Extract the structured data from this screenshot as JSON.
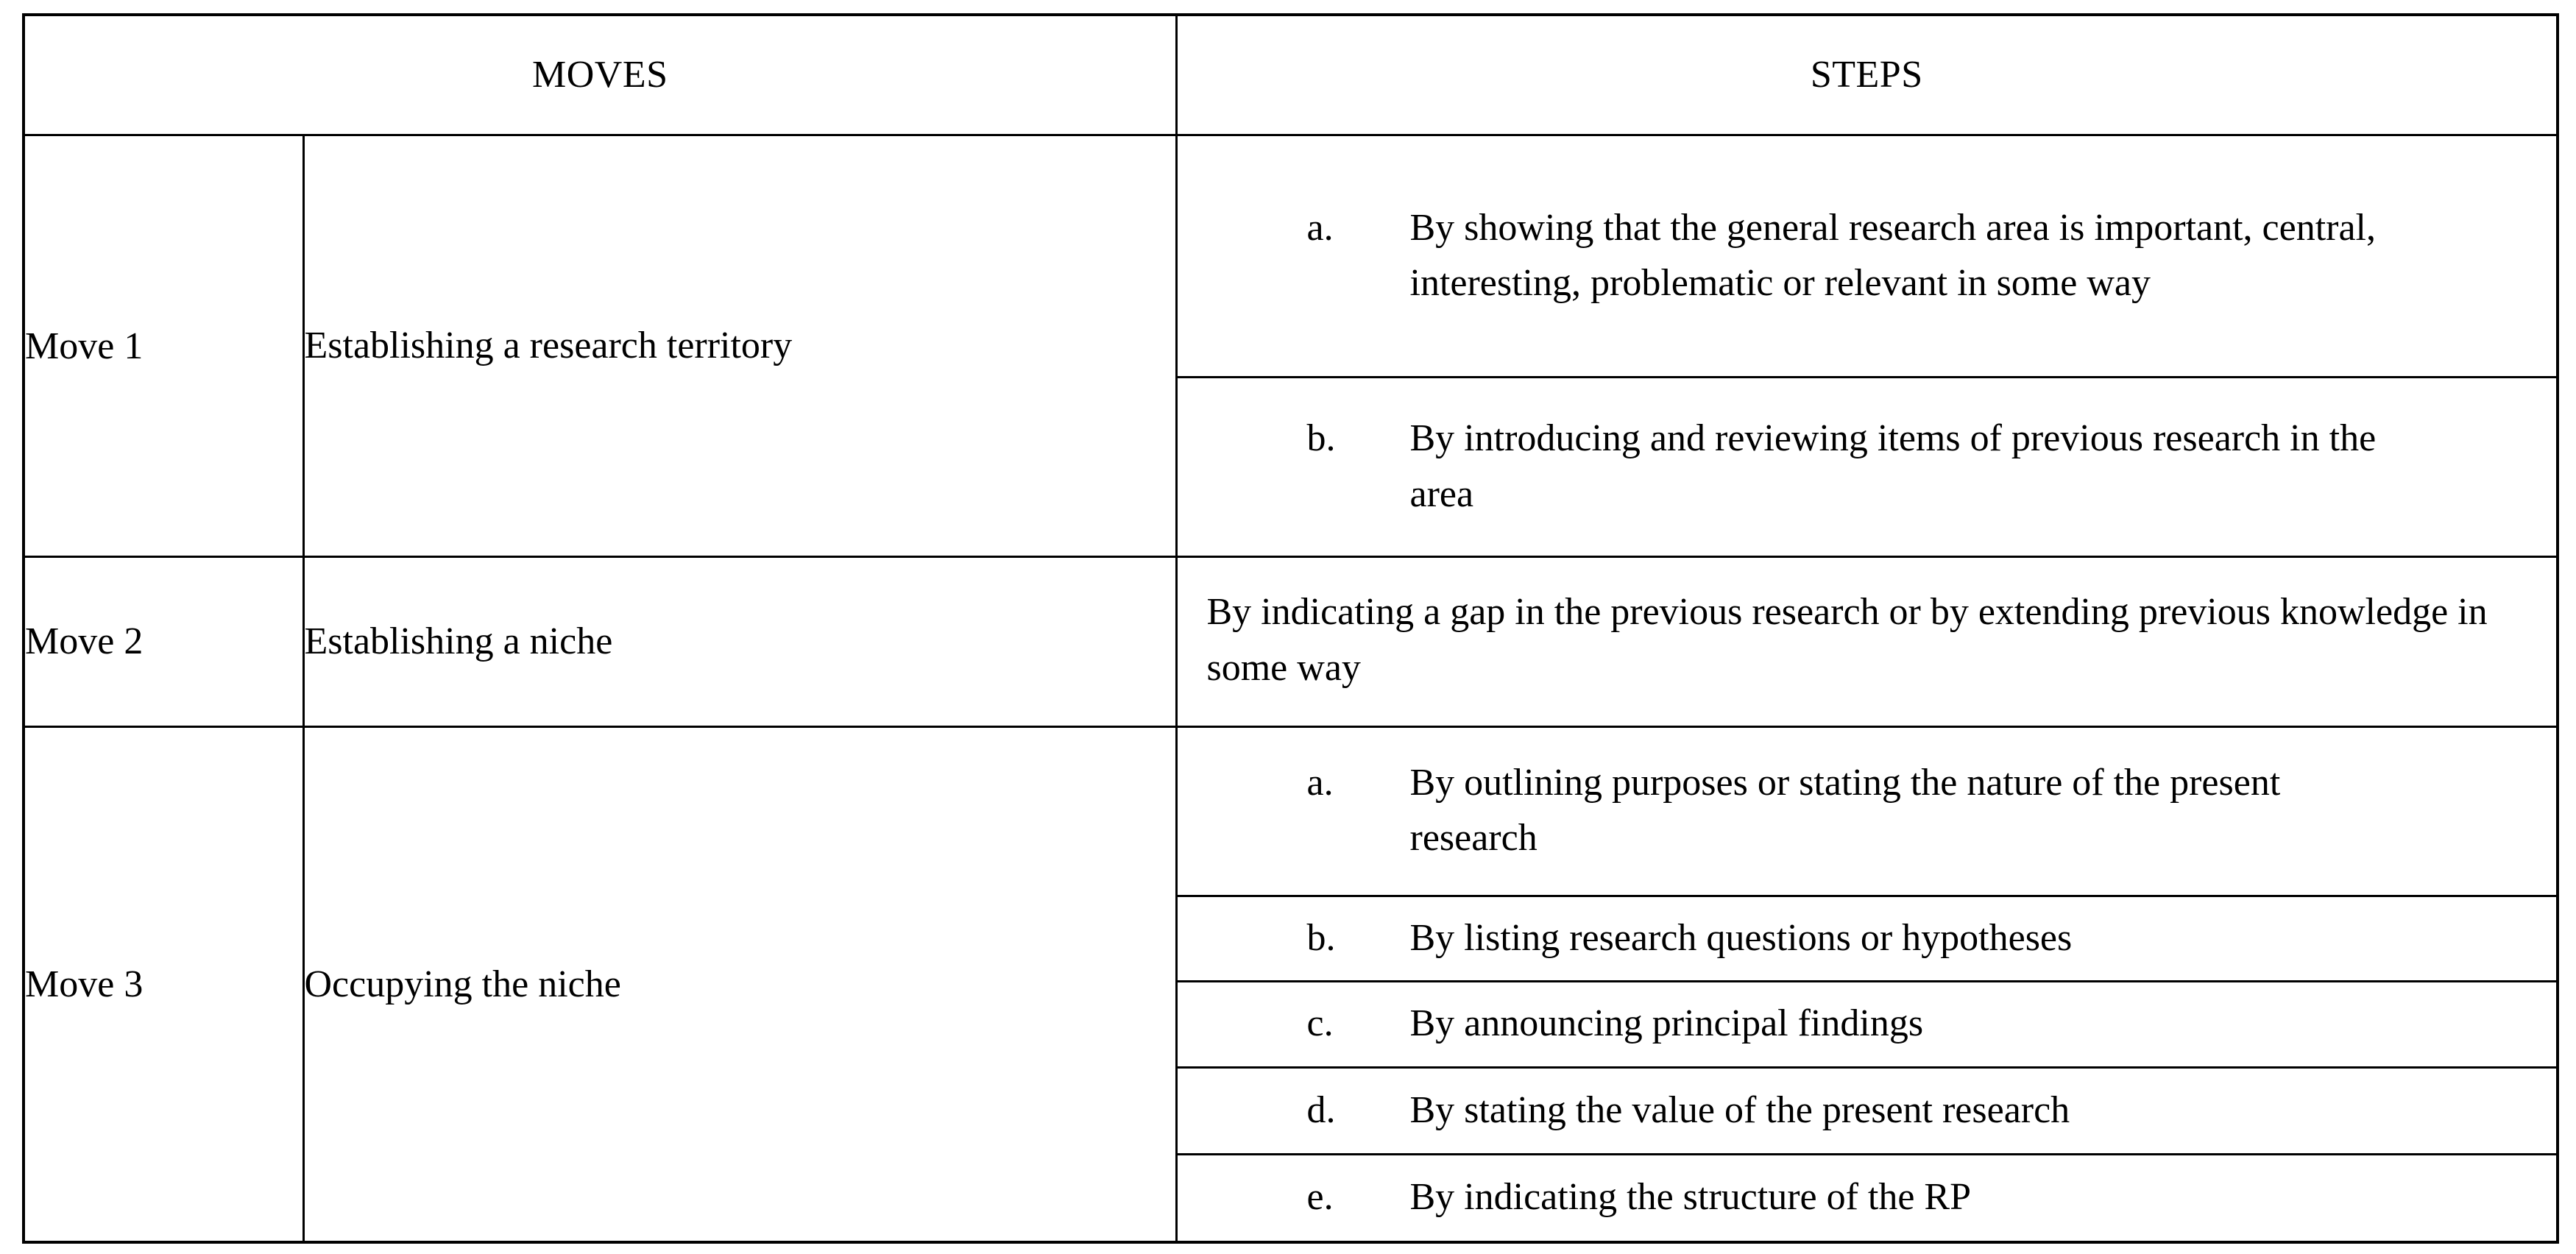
{
  "table": {
    "headers": {
      "moves": "MOVES",
      "steps": "STEPS"
    },
    "rows": [
      {
        "move_label": "Move 1",
        "move_name": "Establishing a research territory",
        "steps": [
          {
            "marker": "a.",
            "text": "By showing that the general research area is important, central, interesting, problematic or relevant in some way"
          },
          {
            "marker": "b.",
            "text": "By introducing and reviewing items of previous research in the area"
          }
        ]
      },
      {
        "move_label": "Move 2",
        "move_name": "Establishing a niche",
        "steps": [
          {
            "marker": "",
            "text": "By indicating a gap in the previous research or by extending previous knowledge in some way"
          }
        ]
      },
      {
        "move_label": "Move 3",
        "move_name": "Occupying the niche",
        "steps": [
          {
            "marker": "a.",
            "text": "By outlining purposes or stating the nature of the present research"
          },
          {
            "marker": "b.",
            "text": "By listing research questions or hypotheses"
          },
          {
            "marker": "c.",
            "text": "By announcing principal findings"
          },
          {
            "marker": "d.",
            "text": "By stating the value of the present research"
          },
          {
            "marker": "e.",
            "text": "By indicating the structure of the RP"
          }
        ]
      }
    ]
  },
  "colors": {
    "border": "#000000",
    "text": "#000000",
    "background": "#ffffff"
  }
}
